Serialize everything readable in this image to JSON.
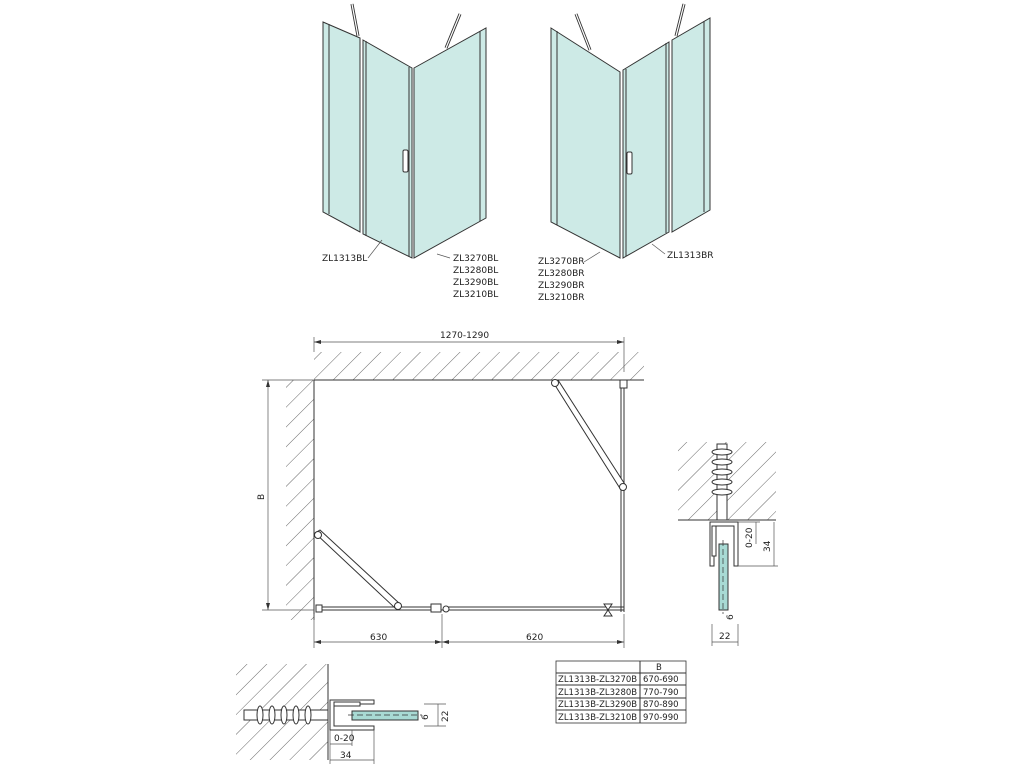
{
  "left_view": {
    "handle_label": "ZL1313BL",
    "panel_labels": [
      "ZL3270BL",
      "ZL3280BL",
      "ZL3290BL",
      "ZL3210BL"
    ]
  },
  "right_view": {
    "handle_label": "ZL1313BR",
    "panel_labels": [
      "ZL3270BR",
      "ZL3280BR",
      "ZL3290BR",
      "ZL3210BR"
    ]
  },
  "plan": {
    "width_dim": "1270-1290",
    "depth_dim": "B",
    "left_dim": "630",
    "right_dim": "620"
  },
  "detail_right": {
    "adjust_dim": "0-20",
    "depth_dim": "34",
    "glass_dim": "6",
    "width_dim": "22"
  },
  "detail_bottom": {
    "adjust_dim": "0-20",
    "depth_dim": "34",
    "glass_dim": "6",
    "width_dim": "22"
  },
  "table": {
    "header": [
      "",
      "B"
    ],
    "rows": [
      [
        "ZL1313B-ZL3270B",
        "670-690"
      ],
      [
        "ZL1313B-ZL3280B",
        "770-790"
      ],
      [
        "ZL1313B-ZL3290B",
        "870-890"
      ],
      [
        "ZL1313B-ZL3210B",
        "970-990"
      ]
    ]
  }
}
